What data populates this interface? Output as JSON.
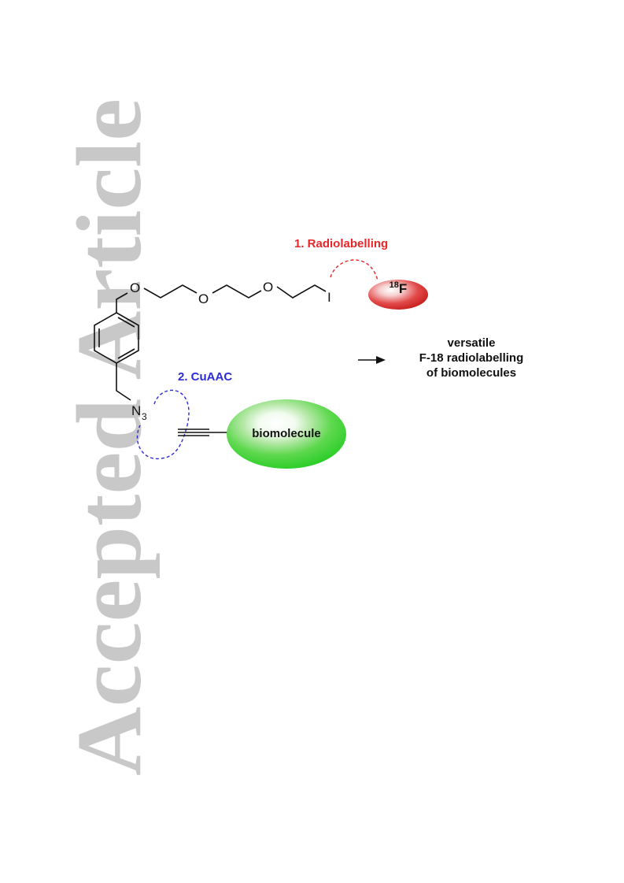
{
  "watermark": {
    "text": "Accepted Article"
  },
  "labels": {
    "step_1": "1. Radiolabelling",
    "step_2": "2. CuAAC",
    "isotope_mass": "18",
    "isotope_element": "F",
    "biomolecule": "biomolecule",
    "outcome_lines": [
      "versatile",
      "F-18 radiolabelling",
      "of biomolecules"
    ]
  },
  "atoms": {
    "oxygen": "O",
    "iodine": "I",
    "nitrogen": "N",
    "nitrogen_subscript": "3"
  },
  "colors": {
    "radiolabelling": "#e8262a",
    "cuaac": "#2b2bd8",
    "biomolecule_green": "#22cc22",
    "fluorine_red": "#cc1f1f",
    "watermark_gray": "#c8c8c8"
  }
}
